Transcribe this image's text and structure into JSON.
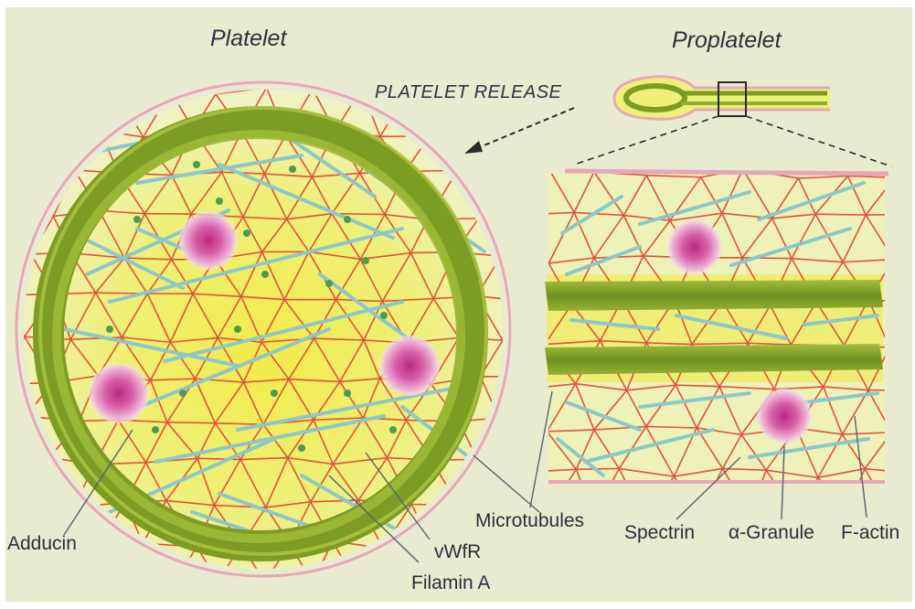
{
  "titles": {
    "left": "Platelet",
    "right": "Proplatelet"
  },
  "arrow_label": "PLATELET RELEASE",
  "labels": {
    "adducin": "Adducin",
    "vwfr": "vWfR",
    "filamin": "Filamin A",
    "microtubules": "Microtubules",
    "spectrin": "Spectrin",
    "granule": "α-Granule",
    "factin": "F-actin"
  },
  "colors": {
    "background": "#e9ebd0",
    "cytoplasm": "#eef07a",
    "marginal_band": "#8fae2c",
    "spectrin": "#e0533a",
    "actin": "#8cc8c8",
    "granule": "#d44fa0",
    "membrane": "#e6a8b8"
  }
}
